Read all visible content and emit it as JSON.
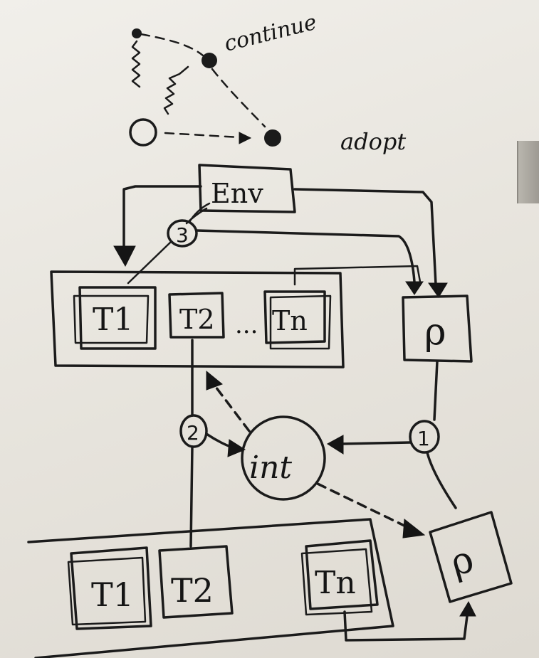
{
  "annotations": {
    "continue": "continue",
    "adopt": "adopt"
  },
  "env": {
    "label": "Env"
  },
  "circles": {
    "top": "3",
    "middle_left": "2",
    "middle_right": "1",
    "interaction": "int"
  },
  "top_group": {
    "t1": "T1",
    "t2": "T2",
    "ellipsis": "...",
    "tn": "Tn",
    "rho": "ρ"
  },
  "bottom_group": {
    "t1": "T1",
    "t2": "T2",
    "tn": "Tn",
    "rho": "ρ"
  }
}
